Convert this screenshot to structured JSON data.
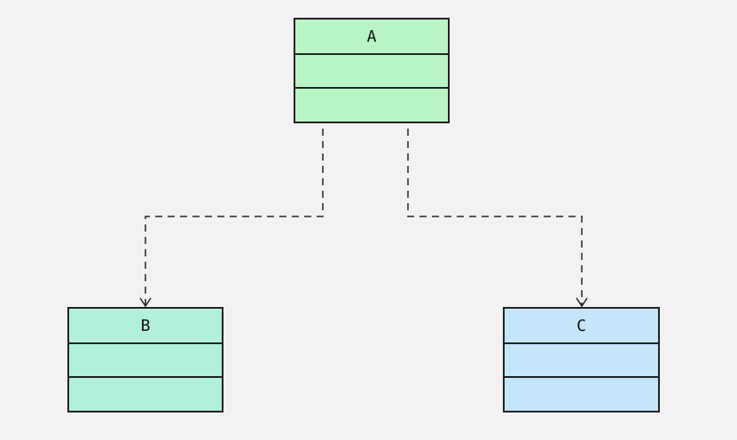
{
  "diagram": {
    "classes": [
      {
        "id": "A",
        "name": "A",
        "fill": "#b9f5c4"
      },
      {
        "id": "B",
        "name": "B",
        "fill": "#b3f0d9"
      },
      {
        "id": "C",
        "name": "C",
        "fill": "#c3e6fb"
      }
    ],
    "edges": [
      {
        "from": "A",
        "to": "B",
        "style": "dashed",
        "arrow": "open"
      },
      {
        "from": "A",
        "to": "C",
        "style": "dashed",
        "arrow": "open"
      }
    ],
    "line_color": "#222222"
  }
}
